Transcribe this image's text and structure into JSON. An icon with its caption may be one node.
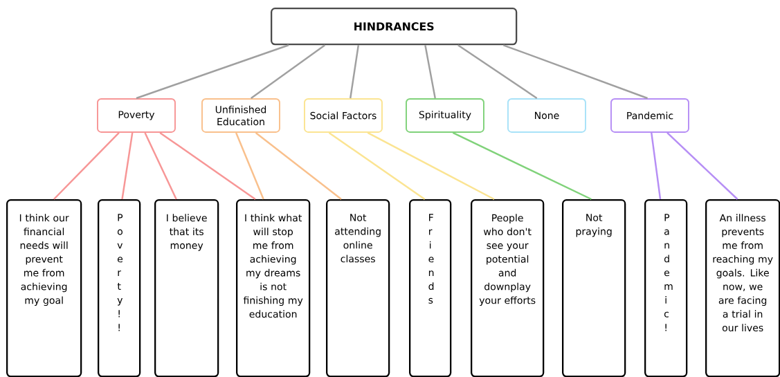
{
  "diagram": {
    "nodes": [
      {
        "text": [
          "Poverty"
        ]
      },
      {
        "text": [
          "Unfinished Education"
        ]
      },
      {
        "text": [
          "Social Factors"
        ]
      },
      {
        "text": [
          "Spirituality"
        ]
      },
      {
        "text": [
          "None"
        ]
      },
      {
        "text": [
          "Pandemic"
        ]
      },
      {
        "text": [
          "I think our financial needs will prevent me from achieving my goal"
        ]
      },
      {
        "text": [
          "P o v e r t y ! !"
        ]
      },
      {
        "text": [
          "I believe that its money"
        ]
      },
      {
        "text": [
          "I think what will stop me from achieving my dreams is not finishing my education"
        ]
      },
      {
        "text": [
          "Not attending online classes"
        ]
      },
      {
        "text": [
          "F r i e n d s"
        ]
      },
      {
        "text": [
          "People who don't see your potential and downplay your efforts"
        ]
      },
      {
        "text": [
          "Not praying"
        ]
      },
      {
        "text": [
          "P a n d e m i c !"
        ]
      },
      {
        "text": [
          "An illness prevents me from reaching my goals. Like now, we are facing a trial in our lives"
        ]
      },
      {
        "text": [
          "HINDRANCES"
        ]
      }
    ],
    "edges": [
      {
        "from": 16,
        "to": 0,
        "arrow": "none"
      },
      {
        "from": 16,
        "to": 1,
        "arrow": "none"
      },
      {
        "from": 16,
        "to": 2,
        "arrow": "none"
      },
      {
        "from": 16,
        "to": 3,
        "arrow": "none"
      },
      {
        "from": 16,
        "to": 4,
        "arrow": "none"
      },
      {
        "from": 16,
        "to": 5,
        "arrow": "none"
      },
      {
        "from": 0,
        "to": 6,
        "arrow": "none",
        "color": "#f79696"
      },
      {
        "from": 0,
        "to": 7,
        "arrow": "none",
        "color": "#f79696"
      },
      {
        "from": 0,
        "to": 8,
        "arrow": "none",
        "color": "#f79696"
      },
      {
        "from": 0,
        "to": 9,
        "arrow": "none",
        "color": "#f79696"
      },
      {
        "from": 1,
        "to": 9,
        "arrow": "none",
        "color": "#f9c08c"
      },
      {
        "from": 1,
        "to": 10,
        "arrow": "none",
        "color": "#f9c08c"
      },
      {
        "from": 2,
        "to": 11,
        "arrow": "none",
        "color": "#fbe492"
      },
      {
        "from": 2,
        "to": 12,
        "arrow": "none",
        "color": "#fbe492"
      },
      {
        "from": 3,
        "to": 13,
        "arrow": "none",
        "color": "#80d27a"
      },
      {
        "from": 5,
        "to": 14,
        "arrow": "none",
        "color": "#b68ef5"
      },
      {
        "from": 5,
        "to": 15,
        "arrow": "none",
        "color": "#b68ef5"
      }
    ]
  }
}
